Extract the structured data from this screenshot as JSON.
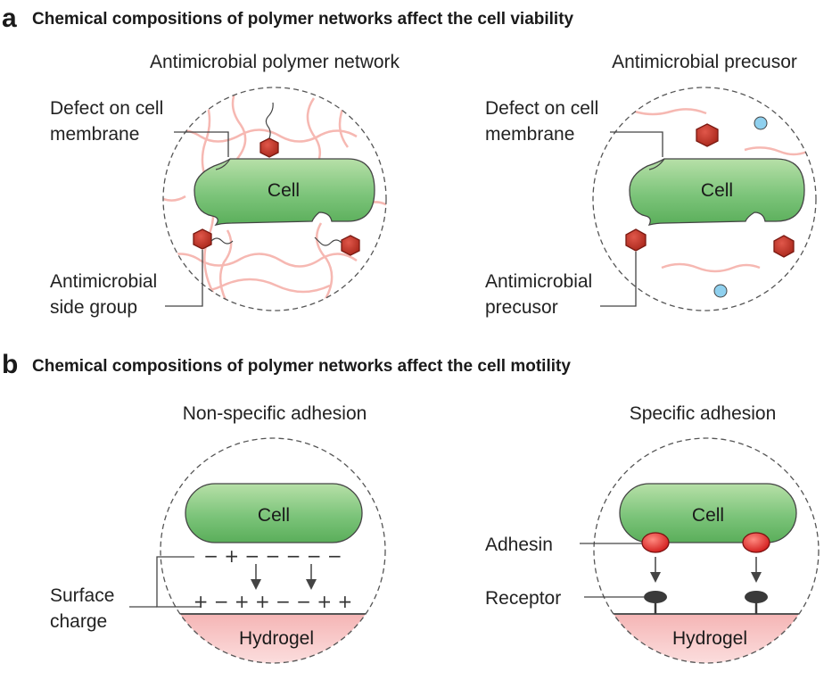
{
  "panel_a": {
    "letter": "a",
    "title": "Chemical compositions of polymer networks affect the cell viability",
    "left": {
      "subtitle": "Antimicrobial polymer network",
      "label_defect_1": "Defect on cell",
      "label_defect_2": "membrane",
      "label_side_1": "Antimicrobial",
      "label_side_2": "side group",
      "cell": "Cell"
    },
    "right": {
      "subtitle": "Antimicrobial precusor",
      "label_defect_1": "Defect on cell",
      "label_defect_2": "membrane",
      "label_prec_1": "Antimicrobial",
      "label_prec_2": "precusor",
      "cell": "Cell"
    }
  },
  "panel_b": {
    "letter": "b",
    "title": "Chemical compositions of polymer networks affect the cell motility",
    "left": {
      "subtitle": "Non-specific adhesion",
      "cell": "Cell",
      "cell_charges": "− + − − − − −",
      "surface_charges": "+ − + + − − + +",
      "label_surface_1": "Surface",
      "label_surface_2": "charge",
      "hydrogel": "Hydrogel"
    },
    "right": {
      "subtitle": "Specific adhesion",
      "cell": "Cell",
      "label_adhesin": "Adhesin",
      "label_receptor": "Receptor",
      "hydrogel": "Hydrogel"
    }
  },
  "colors": {
    "cell_fill": "#7cc47a",
    "polymer": "#f6b8b2",
    "hexagon": "#c0392b",
    "adhesin": "#e02a2a",
    "receptor": "#3a3a3a",
    "hydrogel": "#f8c9c9",
    "ion": "#8fd0ee"
  }
}
